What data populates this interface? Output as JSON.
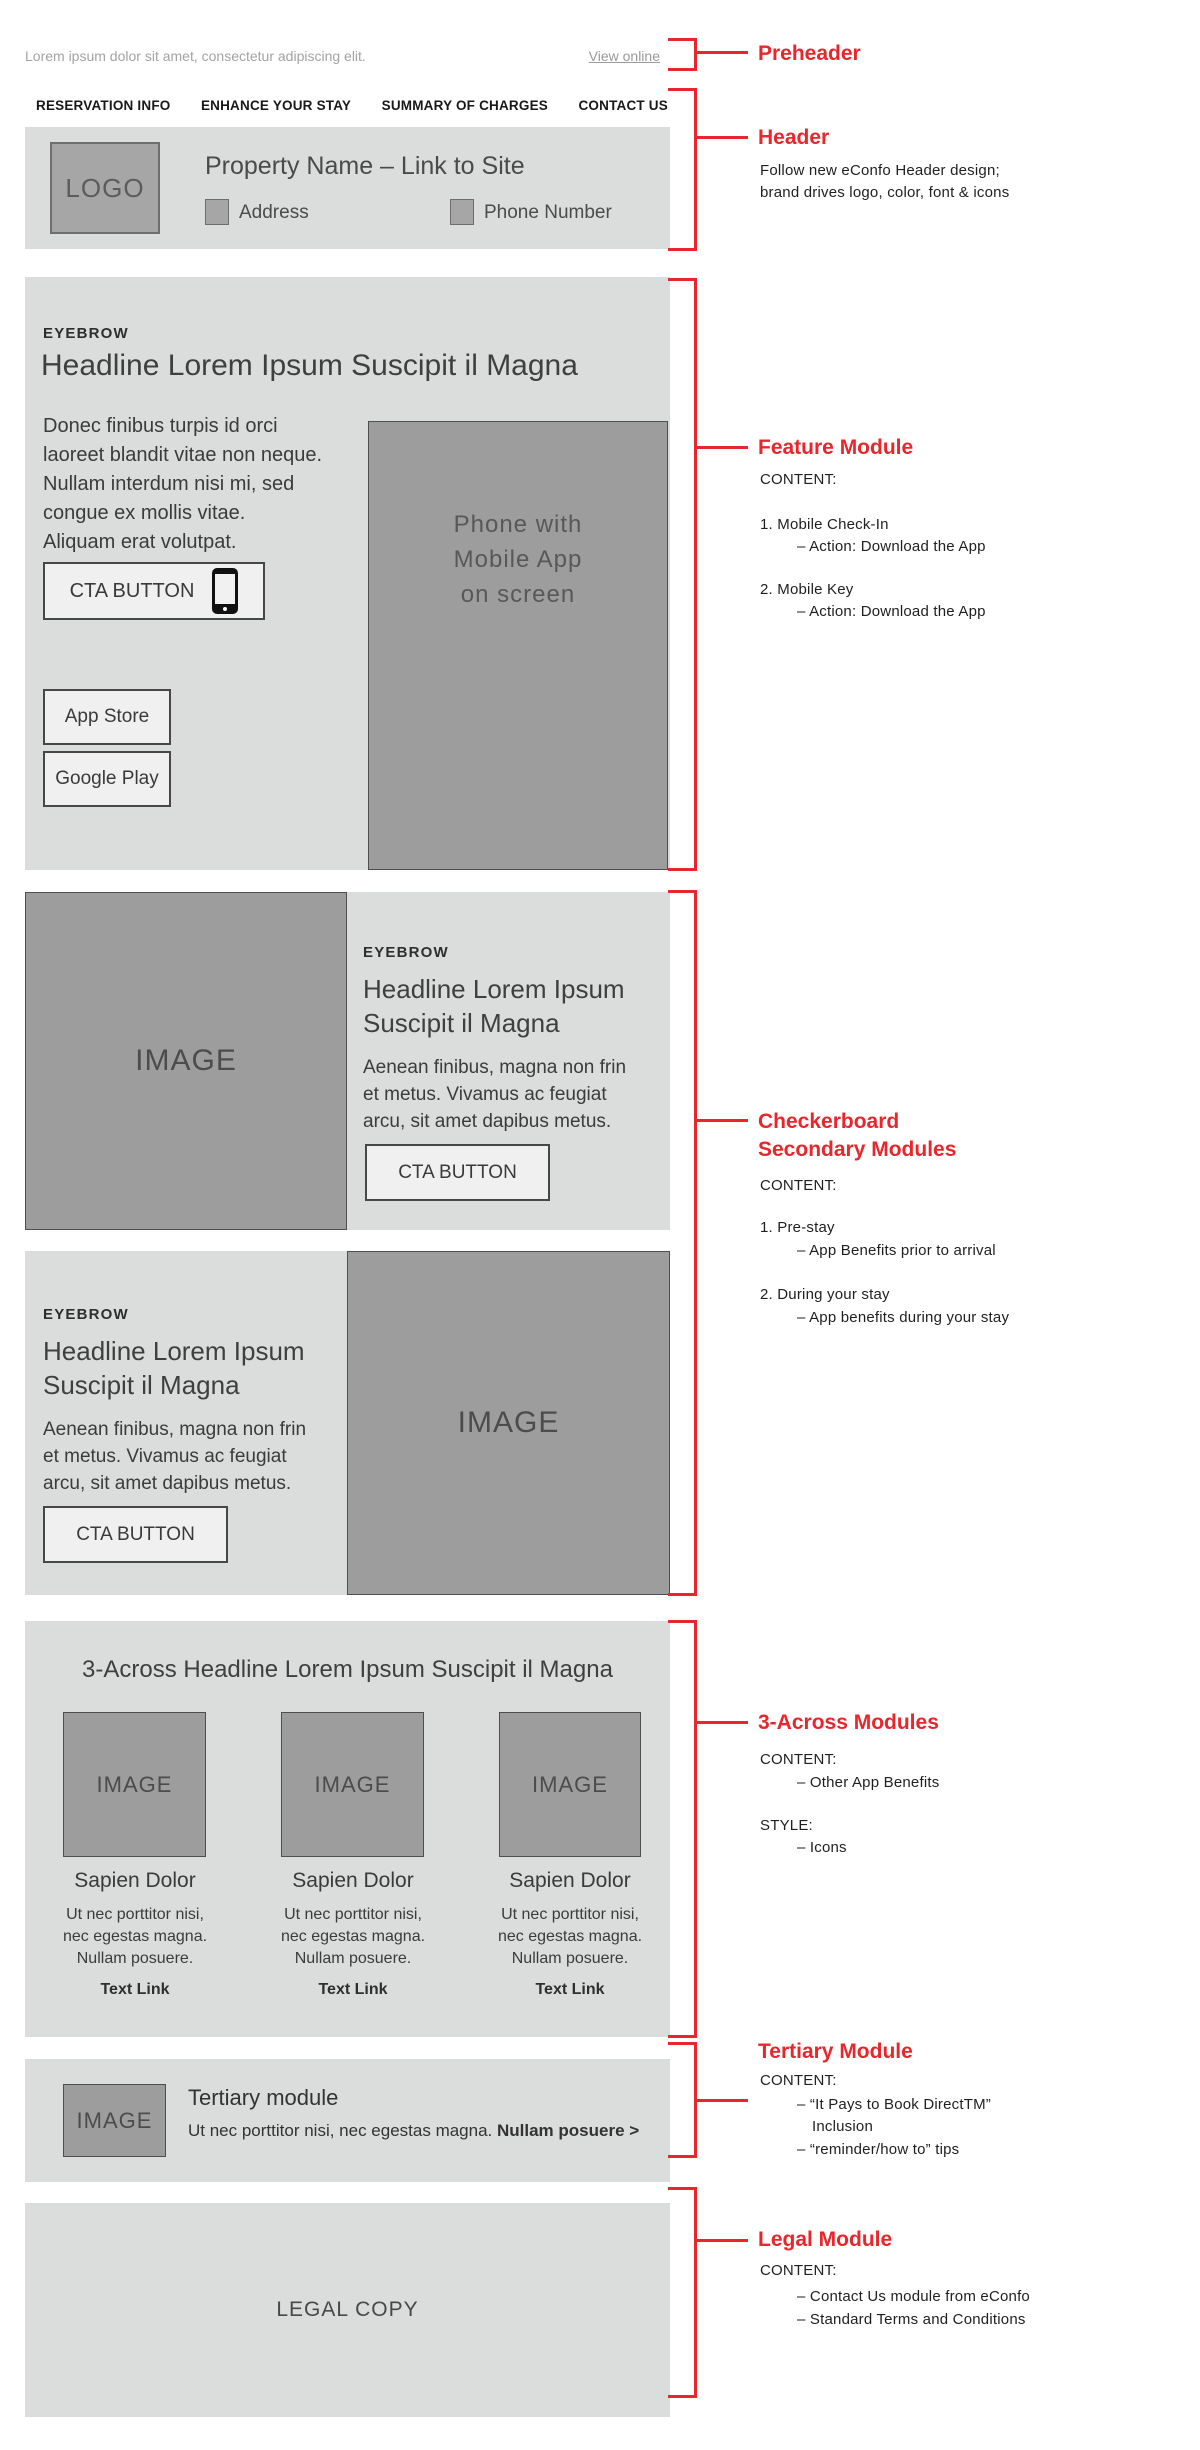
{
  "colors": {
    "annotation_red": "#e8262b",
    "module_bg": "#dbdcdc",
    "image_gray": "#9d9d9d"
  },
  "preheader": {
    "text": "Lorem ipsum dolor sit amet, consectetur adipiscing elit.",
    "link": "View online"
  },
  "nav": {
    "items": [
      {
        "label": "RESERVATION INFO"
      },
      {
        "label": "ENHANCE YOUR STAY"
      },
      {
        "label": "SUMMARY OF CHARGES"
      },
      {
        "label": "CONTACT US"
      }
    ]
  },
  "header_module": {
    "logo": "LOGO",
    "property_name": "Property Name – Link to Site",
    "address_label": "Address",
    "phone_label": "Phone Number"
  },
  "feature_module": {
    "eyebrow": "EYEBROW",
    "headline": "Headline Lorem Ipsum Suscipit il Magna",
    "body_lines": [
      "Donec finibus turpis id orci",
      "laoreet blandit vitae non neque.",
      "Nullam interdum nisi mi, sed",
      "congue ex mollis vitae.",
      "Aliquam erat volutpat."
    ],
    "cta_label": "CTA BUTTON",
    "app_store_label": "App Store",
    "google_play_label": "Google Play",
    "image_lines": [
      "Phone with",
      "Mobile App",
      "on screen"
    ]
  },
  "checkerboard": {
    "module1": {
      "image_label": "IMAGE",
      "eyebrow": "EYEBROW",
      "headline_lines": [
        "Headline Lorem Ipsum",
        "Suscipit il Magna"
      ],
      "body_lines": [
        "Aenean finibus, magna non frin",
        "et metus. Vivamus ac feugiat",
        "arcu, sit amet dapibus metus."
      ],
      "cta_label": "CTA BUTTON"
    },
    "module2": {
      "image_label": "IMAGE",
      "eyebrow": "EYEBROW",
      "headline_lines": [
        "Headline Lorem Ipsum",
        "Suscipit il Magna"
      ],
      "body_lines": [
        "Aenean finibus, magna non frin",
        "et metus. Vivamus ac feugiat",
        "arcu, sit amet dapibus metus."
      ],
      "cta_label": "CTA BUTTON"
    }
  },
  "three_across": {
    "headline": "3-Across Headline Lorem Ipsum Suscipit il Magna",
    "cards": [
      {
        "image_label": "IMAGE",
        "title": "Sapien Dolor",
        "body_lines": [
          "Ut nec porttitor nisi,",
          "nec egestas magna.",
          "Nullam posuere."
        ],
        "link": "Text Link"
      },
      {
        "image_label": "IMAGE",
        "title": "Sapien Dolor",
        "body_lines": [
          "Ut nec porttitor nisi,",
          "nec egestas magna.",
          "Nullam posuere."
        ],
        "link": "Text Link"
      },
      {
        "image_label": "IMAGE",
        "title": "Sapien Dolor",
        "body_lines": [
          "Ut nec porttitor nisi,",
          "nec egestas magna.",
          "Nullam posuere."
        ],
        "link": "Text Link"
      }
    ]
  },
  "tertiary": {
    "image_label": "IMAGE",
    "title": "Tertiary module",
    "body": "Ut nec porttitor nisi, nec egestas magna. ",
    "link": "Nullam posuere >"
  },
  "legal": {
    "text": "LEGAL COPY"
  },
  "annotations": {
    "preheader": {
      "label": "Preheader"
    },
    "header": {
      "label": "Header",
      "desc_line1": "Follow new eConfo Header design;",
      "desc_line2": "brand drives logo, color, font & icons"
    },
    "feature": {
      "label": "Feature Module",
      "content_heading": "CONTENT:",
      "item1": "1. Mobile Check-In",
      "item1_sub": "– Action: Download the App",
      "item2": "2. Mobile Key",
      "item2_sub": "– Action: Download the App"
    },
    "checkerboard": {
      "label_line1": "Checkerboard",
      "label_line2": "Secondary Modules",
      "content_heading": "CONTENT:",
      "item1": "1. Pre-stay",
      "item1_sub": "– App Benefits prior to arrival",
      "item2": "2. During your stay",
      "item2_sub": "– App benefits during your stay"
    },
    "three_across": {
      "label": "3-Across Modules",
      "content_heading": "CONTENT:",
      "content_item": "– Other App Benefits",
      "style_heading": "STYLE:",
      "style_item": "– Icons"
    },
    "tertiary": {
      "label": "Tertiary Module",
      "content_heading": "CONTENT:",
      "item1": "– “It Pays to Book DirectTM”",
      "item1_cont": "Inclusion",
      "item2": "– “reminder/how to” tips"
    },
    "legal": {
      "label": "Legal Module",
      "content_heading": "CONTENT:",
      "item1": "– Contact Us module from eConfo",
      "item2": "– Standard Terms and Conditions"
    }
  }
}
